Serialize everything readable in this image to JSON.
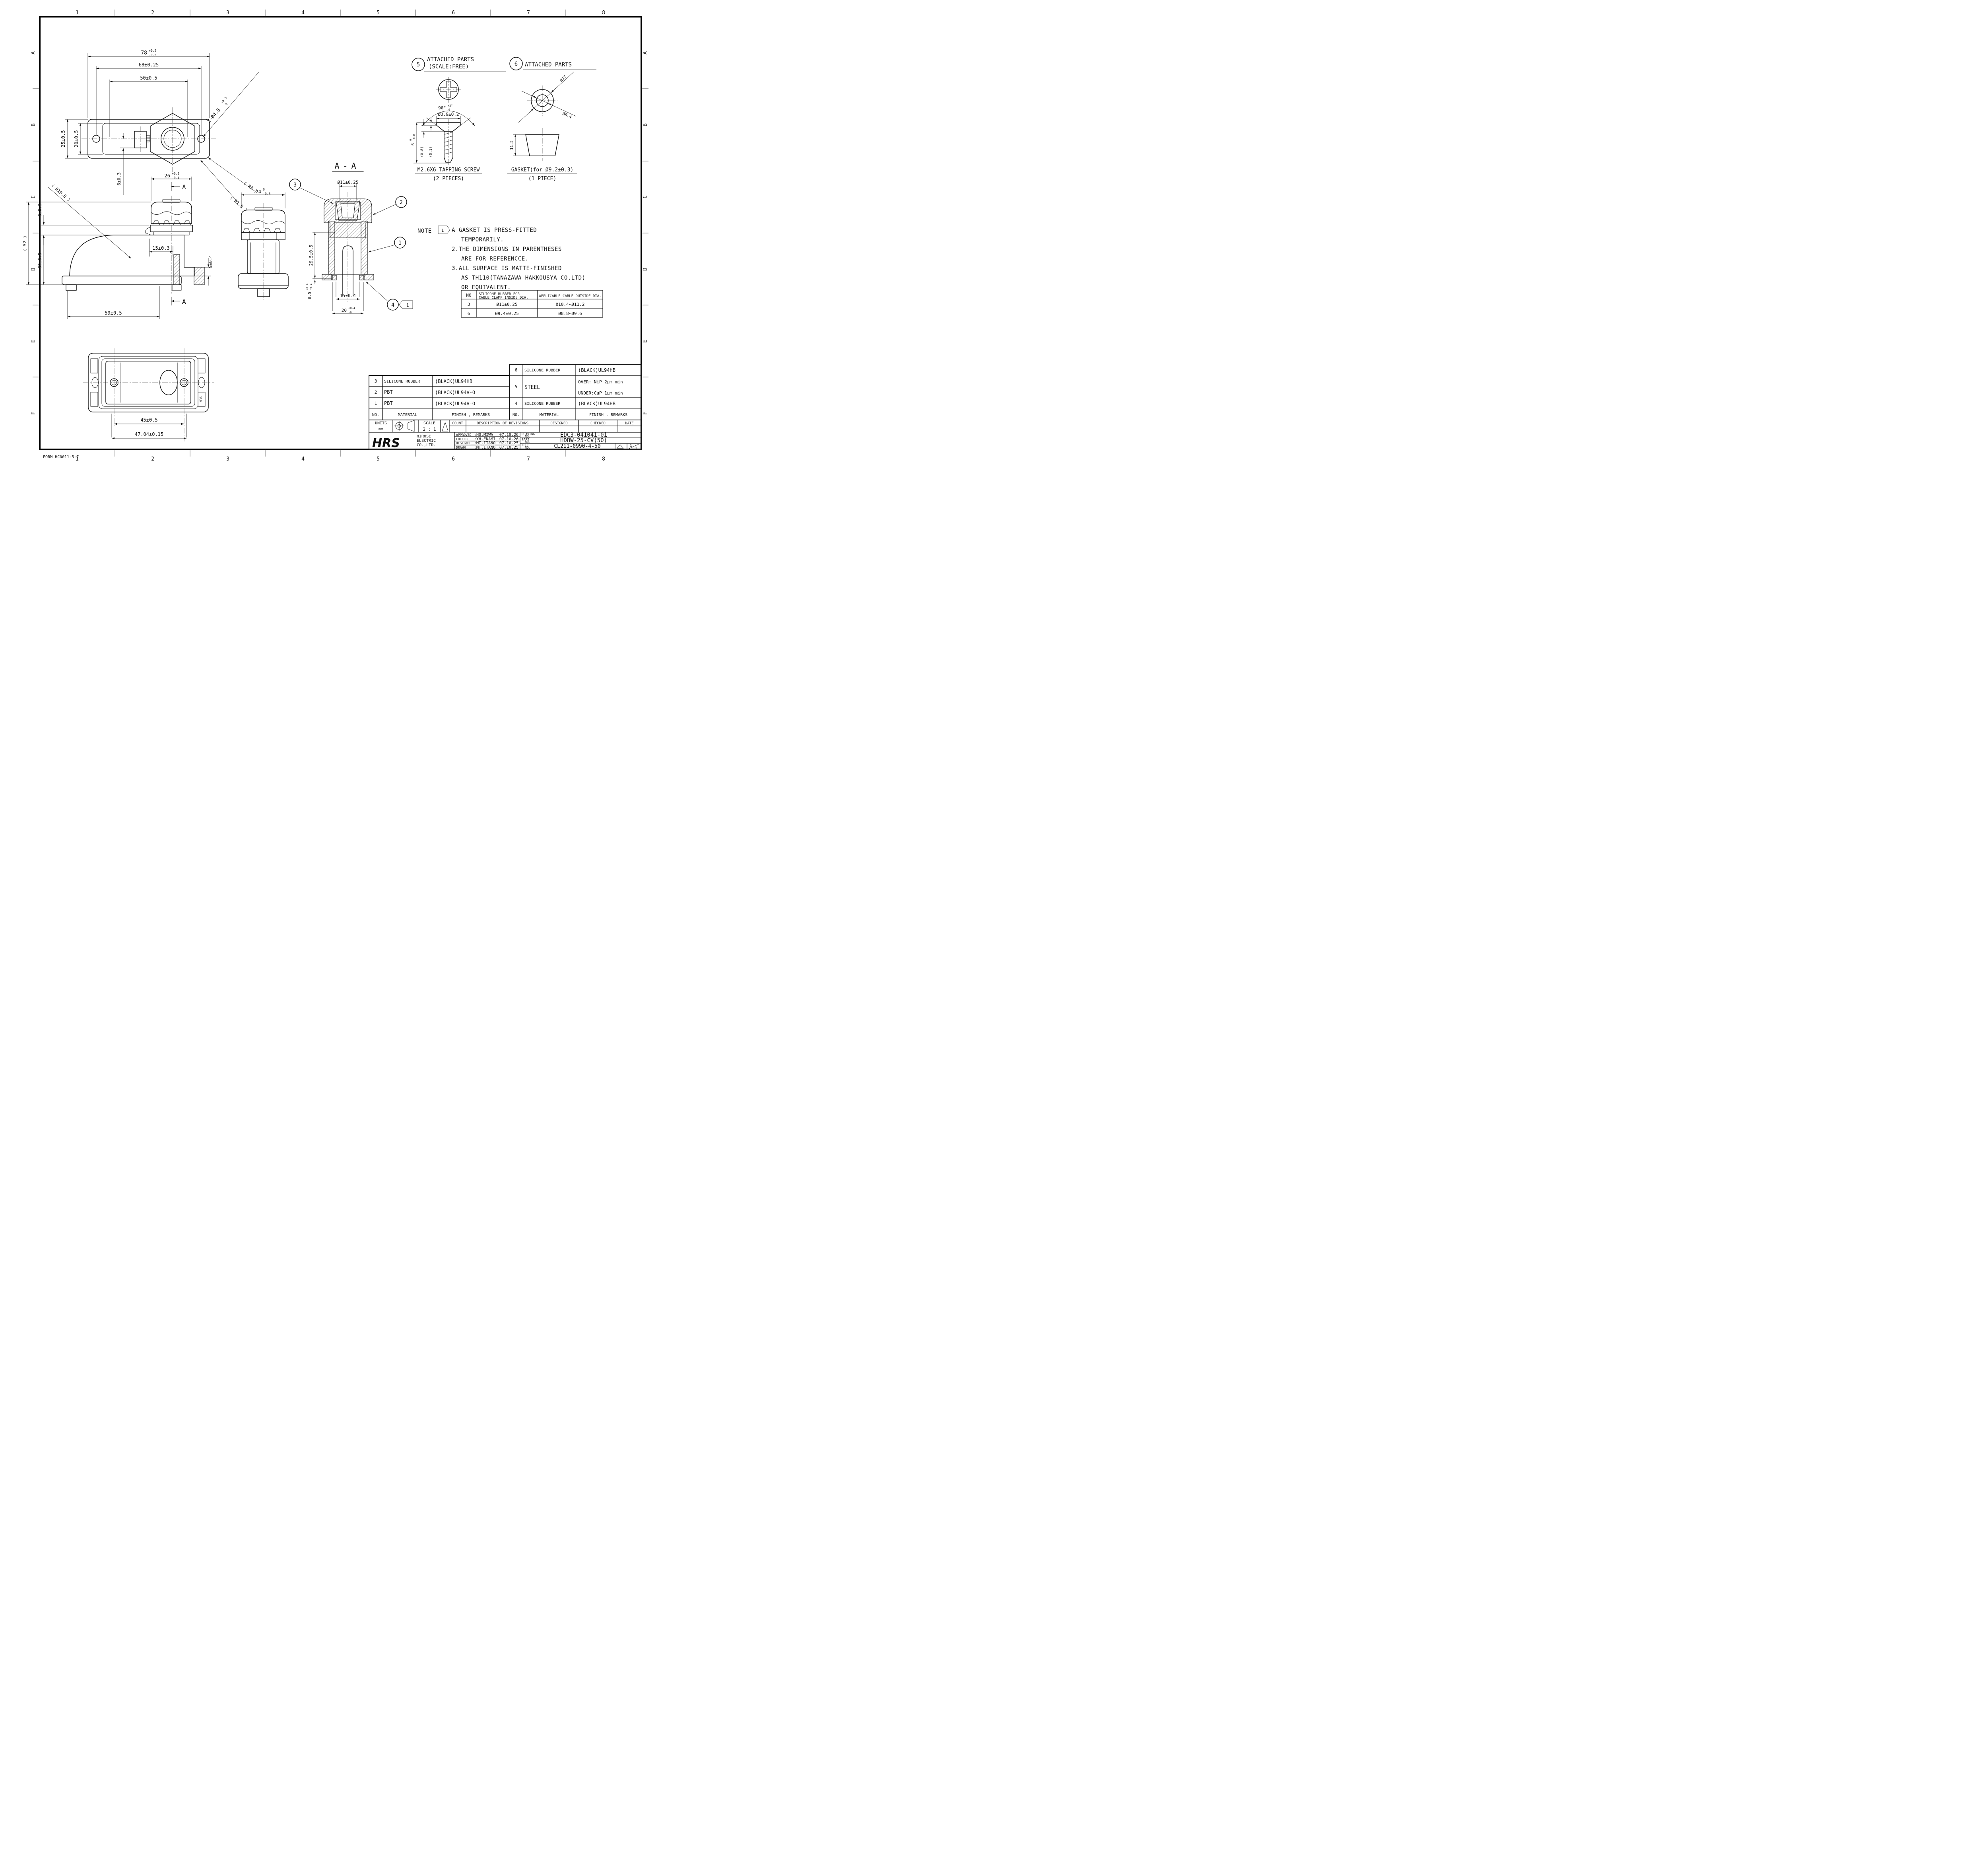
{
  "sheet": {
    "cols": [
      "1",
      "2",
      "3",
      "4",
      "5",
      "6",
      "7",
      "8"
    ],
    "rows": [
      "A",
      "B",
      "C",
      "D",
      "E",
      "F"
    ],
    "form": "FORM HC0011-5-7"
  },
  "top_view": {
    "w78": {
      "v": "78",
      "up": "+0.2",
      "dn": "-0.5"
    },
    "w68": "68±0.25",
    "w50": "50±0.5",
    "h25": "25±0.5",
    "h20": "20±0.5",
    "d6": "6±0.3",
    "holes": {
      "v": "2-Ø4.5",
      "up": "+0.3",
      "dn": "0"
    },
    "r3": "( R3 )",
    "r15": "( R1.5 )"
  },
  "side_view": {
    "w26": {
      "v": "26",
      "up": "+0.1",
      "dn": "-0.4"
    },
    "r195": "( R19.5 )",
    "d6": "6±0.3",
    "h52": "( 52 )",
    "h32": "32±0.5",
    "w15": "15±0.3",
    "h5": "5±0.4",
    "w59": "59±0.5",
    "section_mark": "A"
  },
  "rear_view": {
    "w24": {
      "v": "24",
      "up": "0",
      "dn": "-0.3"
    }
  },
  "section_view": {
    "title": "A-A",
    "dia11": "Ø11±0.25",
    "h295": "29.5±0.5",
    "h05": {
      "v": "0.5",
      "up": "+0.4",
      "dn": "-0.1"
    },
    "w15": "15±0.4",
    "w20": {
      "v": "20",
      "up": "+0.4",
      "dn": "-0"
    },
    "c1": "1",
    "c2": "2",
    "c3": "3",
    "c4": "4",
    "flag": "1"
  },
  "attached5": {
    "bubble": "5",
    "title": "ATTACHED PARTS",
    "subtitle": "(SCALE:FREE)",
    "angle": {
      "v": "90°",
      "up": "+2°",
      "dn": "0"
    },
    "dia": "Ø3.9±0.2",
    "len": {
      "v": "6",
      "up": "0",
      "dn": "-0.8"
    },
    "p08": "(0.8)",
    "p01": "(0.1)",
    "caption": "M2.6X6 TAPPING SCREW",
    "count": "(2 PIECES)"
  },
  "attached6": {
    "bubble": "6",
    "title": "ATTACHED PARTS",
    "dia17": "Ø17",
    "dia94": "Ø9.4",
    "h115": "11.5",
    "caption": "GASKET(for Ø9.2±0.3)",
    "count": "(1 PIECE)"
  },
  "back_view": {
    "w45": "45±0.5",
    "w4704": "47.04±0.15",
    "mark": "HRS"
  },
  "note": {
    "label": "NOTE",
    "flag": "1",
    "l1": "A GASKET IS PRESS-FITTED",
    "l2": "TEMPORARILY.",
    "l3": "2.THE DIMENSIONS IN PARENTHESES",
    "l4": "ARE FOR REFERENCCE.",
    "l5": "3.ALL SURFACE IS MATTE-FINISHED",
    "l6": "AS TH110(TANAZAWA HAKKOUSYA CO.LTD)",
    "l7": "OR EQUIVALENT."
  },
  "clamp_table": {
    "h_no": "NO",
    "h_inside1": "SILICONE RUBBER FOR",
    "h_inside2": "CABLE CLAMP INSIDE DIA.",
    "h_cable": "APPLICABLE CABLE OUTSIDE DIA.",
    "rows": [
      {
        "no": "3",
        "inside": "Ø11±0.25",
        "cable": "Ø10.4~Ø11.2"
      },
      {
        "no": "6",
        "inside": "Ø9.4±0.25",
        "cable": "Ø8.8~Ø9.6"
      }
    ]
  },
  "material_table": {
    "h_no": "NO.",
    "h_mat": "MATERIAL",
    "h_fin": "FINISH , REMARKS",
    "left": [
      {
        "no": "3",
        "mat": "SILICONE RUBBER",
        "fin": "(BLACK)UL94HB"
      },
      {
        "no": "2",
        "mat": "PBT",
        "fin": "(BLACK)UL94V-O"
      },
      {
        "no": "1",
        "mat": "PBT",
        "fin": "(BLACK)UL94V-O"
      }
    ],
    "right": [
      {
        "no": "6",
        "mat": "SILICONE RUBBER",
        "fin": "(BLACK)UL94HB"
      },
      {
        "no": "5",
        "mat": "STEEL",
        "fin1": "OVER: NiP 2µm min",
        "fin2": "UNDER:CuP 1µm min"
      },
      {
        "no": "4",
        "mat": "SILICONE RUBBER",
        "fin": "(BLACK)UL94HB"
      }
    ]
  },
  "title_block": {
    "units_l": "UNITS",
    "units_v": "mm",
    "scale_l": "SCALE",
    "scale_v": "2 : 1",
    "count_l": "COUNT",
    "desc_l": "DESCRIPTION OF REVISIONS",
    "designed_l": "DESIGNED",
    "checked_l": "CHECKED",
    "date_l": "DATE",
    "approved": {
      "l": "APPROVED",
      "v": ":HO.MIWA",
      "d": "07.10.26"
    },
    "checed": {
      "l": "CHECED",
      "v": ":YH.ENAMI",
      "d": "07.10.26"
    },
    "designed": {
      "l": "DESIGNED",
      "v": ":MT.ITANO",
      "d": "07.10.25"
    },
    "drawn": {
      "l": "DRAWN",
      "v": ":MT.ITANO",
      "d": "07.10.25"
    },
    "logo": "HRS",
    "co1": "HIROSE",
    "co2": "ELECTRIC",
    "co3": "CO.,LTD.",
    "drawing_l1": "DRAWING",
    "drawing_l2": "NO.",
    "drawing_no": "EDC3-041041-01",
    "part_l1": "PART",
    "part_l2": "NO.",
    "part_no": "HDBW-25-CV(50)",
    "code_l1": "CODE",
    "code_l2": "NO.",
    "code_no": "CL211-0990-4-50",
    "sheet_a": "1",
    "sheet_b": "1"
  }
}
